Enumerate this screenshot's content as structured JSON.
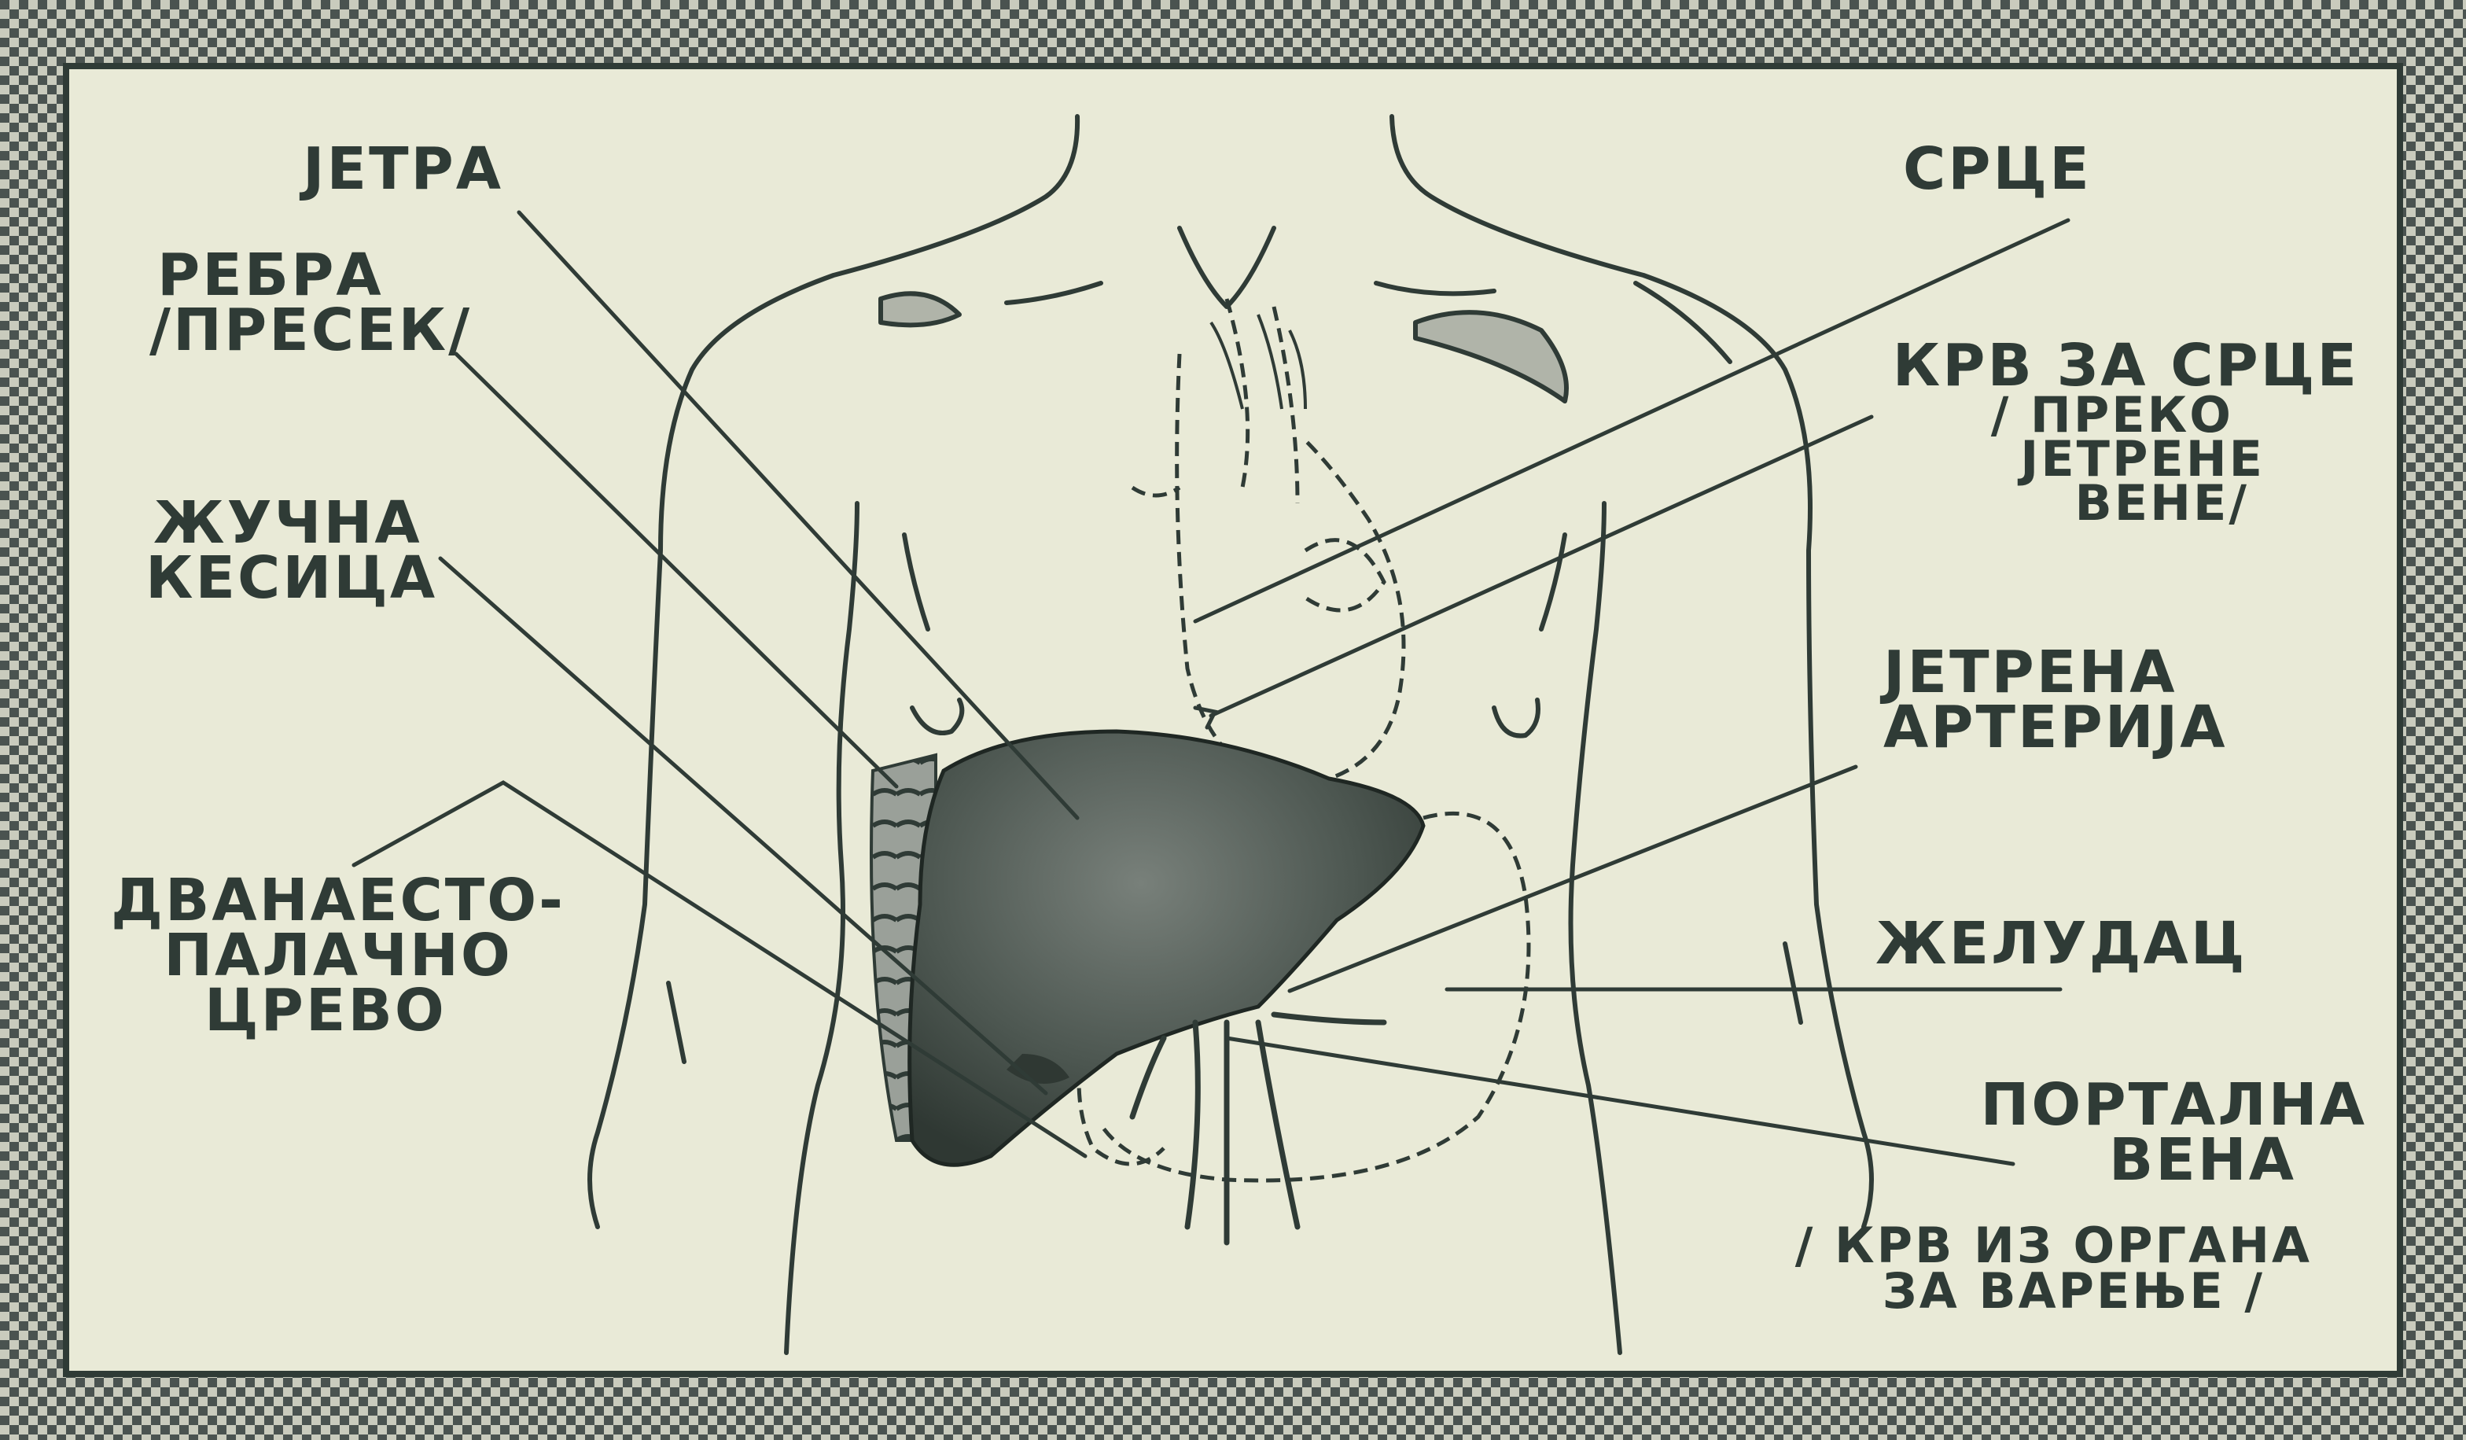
{
  "colors": {
    "ink": "#2f3b36",
    "background": "#e9ead7",
    "border_check_dark": "#4a5350",
    "border_check_light": "#c9cbbd",
    "organ_fill": "#4d5751"
  },
  "labels": {
    "jetra": "ЈЕТРА",
    "rebra": [
      "РЕБРА",
      "/ПРЕСЕК/"
    ],
    "zucna_kesica": [
      "ЖУЧНА",
      "КЕСИЦА"
    ],
    "dvanaestopalacno_crevo": [
      "ДВАНАЕСТО-",
      "ПАЛАЧНО",
      "ЦРЕВО"
    ],
    "srce": "СРЦЕ",
    "krv_za_srce": [
      "КРВ ЗА СРЦЕ",
      "/ ПРЕКО",
      "ЈЕТРЕНЕ",
      "ВЕНЕ/"
    ],
    "jetrena_arterija": [
      "ЈЕТРЕНА",
      "АРТЕРИЈА"
    ],
    "zeludac": "ЖЕЛУДАЦ",
    "portalna_vena": [
      "ПОРТАЛНА",
      "ВЕНА"
    ],
    "krv_iz_organa": [
      "/ КРВ ИЗ ОРГАНА",
      "ЗА ВАРЕЊЕ /"
    ]
  }
}
